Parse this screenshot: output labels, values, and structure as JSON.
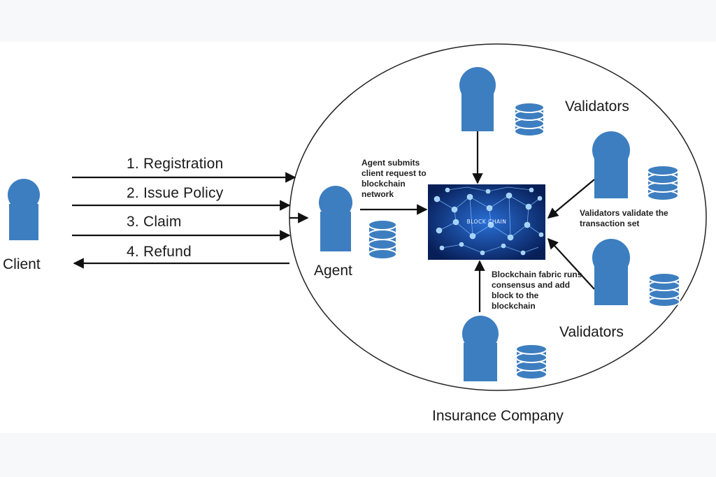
{
  "flows": {
    "registration": "1. Registration",
    "issue_policy": "2. Issue Policy",
    "claim": "3. Claim",
    "refund": "4. Refund"
  },
  "actors": {
    "client": "Client",
    "agent": "Agent",
    "validators_top": "Validators",
    "validators_bottom": "Validators",
    "insurance_company": "Insurance Company"
  },
  "notes": {
    "agent_submits": "Agent submits client request to blockchain network",
    "validators_validate": "Validators validate the transaction set",
    "fabric_consensus": "Blockchain fabric runs consensus and add  block to the blockchain"
  },
  "blockchain": {
    "label": "BLOCK CHAIN"
  },
  "colors": {
    "person": "#3d7ec0",
    "database": "#3d7ec0",
    "blockchain_bg": "#0b2a6e",
    "arrow": "#111111"
  }
}
